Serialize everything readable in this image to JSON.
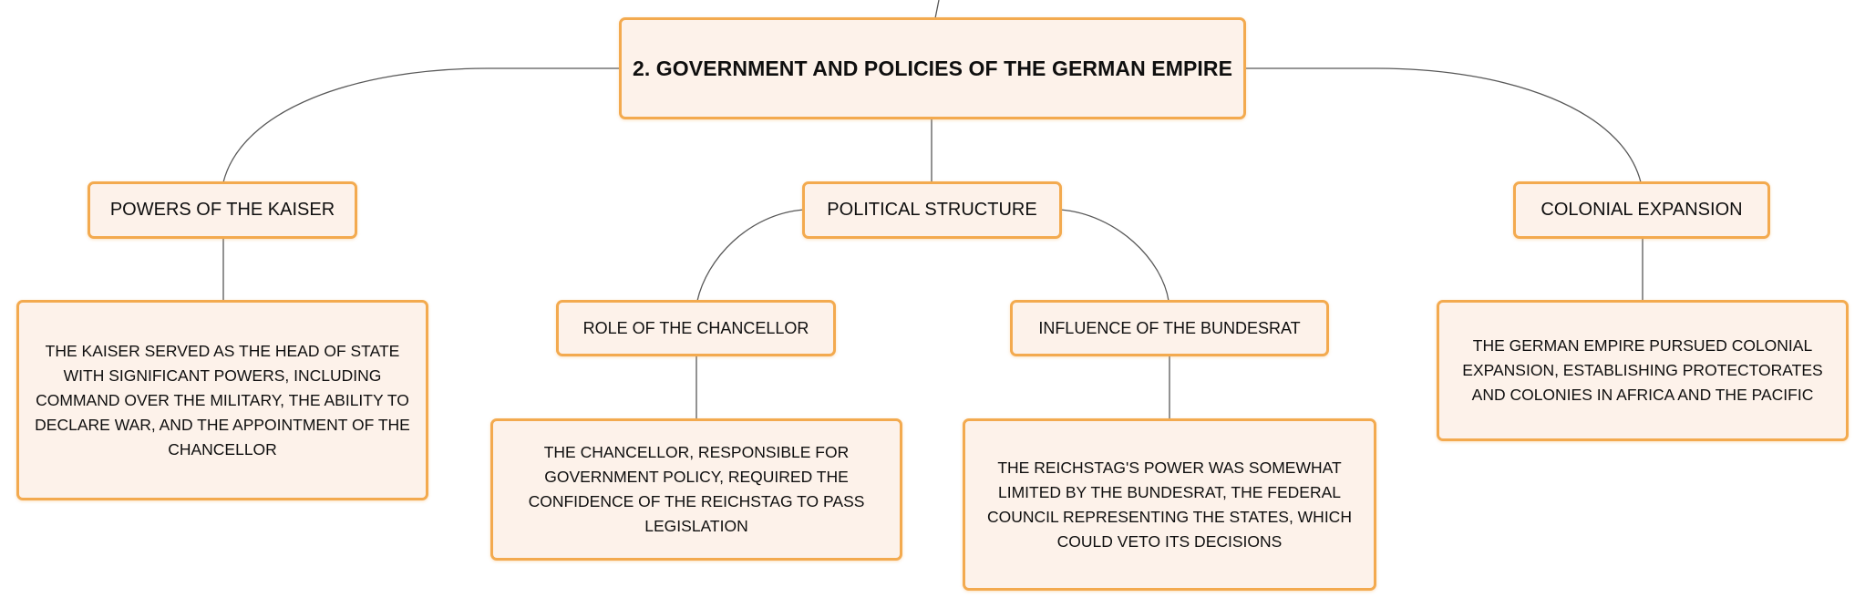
{
  "mindmap": {
    "root": {
      "label": "2. GOVERNMENT AND POLICIES OF THE GERMAN EMPIRE"
    },
    "branches": {
      "kaiser": {
        "label": "POWERS OF THE KAISER",
        "detail": "THE KAISER SERVED AS THE HEAD OF STATE WITH SIGNIFICANT POWERS, INCLUDING COMMAND OVER THE MILITARY, THE ABILITY TO DECLARE WAR, AND THE APPOINTMENT OF THE CHANCELLOR"
      },
      "political_structure": {
        "label": "POLITICAL STRUCTURE",
        "chancellor": {
          "label": "ROLE OF THE CHANCELLOR",
          "detail": "THE CHANCELLOR, RESPONSIBLE FOR GOVERNMENT POLICY, REQUIRED THE CONFIDENCE OF THE REICHSTAG TO PASS LEGISLATION"
        },
        "bundesrat": {
          "label": "INFLUENCE OF THE BUNDESRAT",
          "detail": "THE REICHSTAG'S POWER WAS SOMEWHAT LIMITED BY THE BUNDESRAT, THE FEDERAL COUNCIL REPRESENTING THE STATES, WHICH COULD VETO ITS DECISIONS"
        }
      },
      "colonial": {
        "label": "COLONIAL EXPANSION",
        "detail": "THE GERMAN EMPIRE PURSUED COLONIAL EXPANSION, ESTABLISHING PROTECTORATES AND COLONIES IN AFRICA AND THE PACIFIC"
      }
    }
  },
  "colors": {
    "node_fill": "#fdf2ea",
    "node_border": "#f3aa4f",
    "connector": "#585858",
    "text": "#0f0f0f"
  }
}
